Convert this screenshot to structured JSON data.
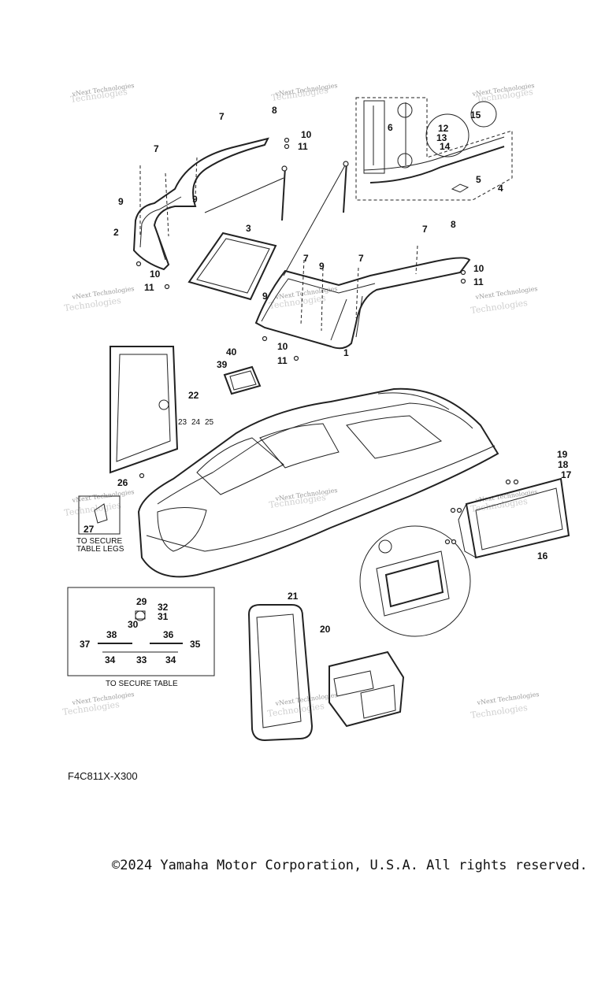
{
  "callouts": [
    {
      "num": "1"
    },
    {
      "num": "2"
    },
    {
      "num": "3"
    },
    {
      "num": "4"
    },
    {
      "num": "5"
    },
    {
      "num": "6"
    },
    {
      "num": "7"
    },
    {
      "num": "7"
    },
    {
      "num": "7"
    },
    {
      "num": "7"
    },
    {
      "num": "7"
    },
    {
      "num": "8"
    },
    {
      "num": "8"
    },
    {
      "num": "9"
    },
    {
      "num": "9"
    },
    {
      "num": "9"
    },
    {
      "num": "9"
    },
    {
      "num": "10"
    },
    {
      "num": "10"
    },
    {
      "num": "10"
    },
    {
      "num": "10"
    },
    {
      "num": "11"
    },
    {
      "num": "11"
    },
    {
      "num": "11"
    },
    {
      "num": "11"
    },
    {
      "num": "12"
    },
    {
      "num": "13"
    },
    {
      "num": "14"
    },
    {
      "num": "15"
    },
    {
      "num": "16"
    },
    {
      "num": "17"
    },
    {
      "num": "18"
    },
    {
      "num": "19"
    },
    {
      "num": "20"
    },
    {
      "num": "21"
    },
    {
      "num": "22"
    },
    {
      "num": "23"
    },
    {
      "num": "24"
    },
    {
      "num": "25"
    },
    {
      "num": "26"
    },
    {
      "num": "27"
    },
    {
      "num": "29"
    },
    {
      "num": "30"
    },
    {
      "num": "31"
    },
    {
      "num": "32"
    },
    {
      "num": "33"
    },
    {
      "num": "34"
    },
    {
      "num": "34"
    },
    {
      "num": "35"
    },
    {
      "num": "36"
    },
    {
      "num": "37"
    },
    {
      "num": "38"
    },
    {
      "num": "39"
    },
    {
      "num": "40"
    }
  ],
  "notes": {
    "table_legs_line1": "TO SECURE",
    "table_legs_line2": "TABLE LEGS",
    "table": "TO SECURE TABLE"
  },
  "watermark": {
    "line1": "vNext Technologies",
    "line2": "Technologies"
  },
  "figure_code": "F4C811X-X300",
  "copyright": "©2024 Yamaha Motor Corporation, U.S.A. All rights reserved."
}
